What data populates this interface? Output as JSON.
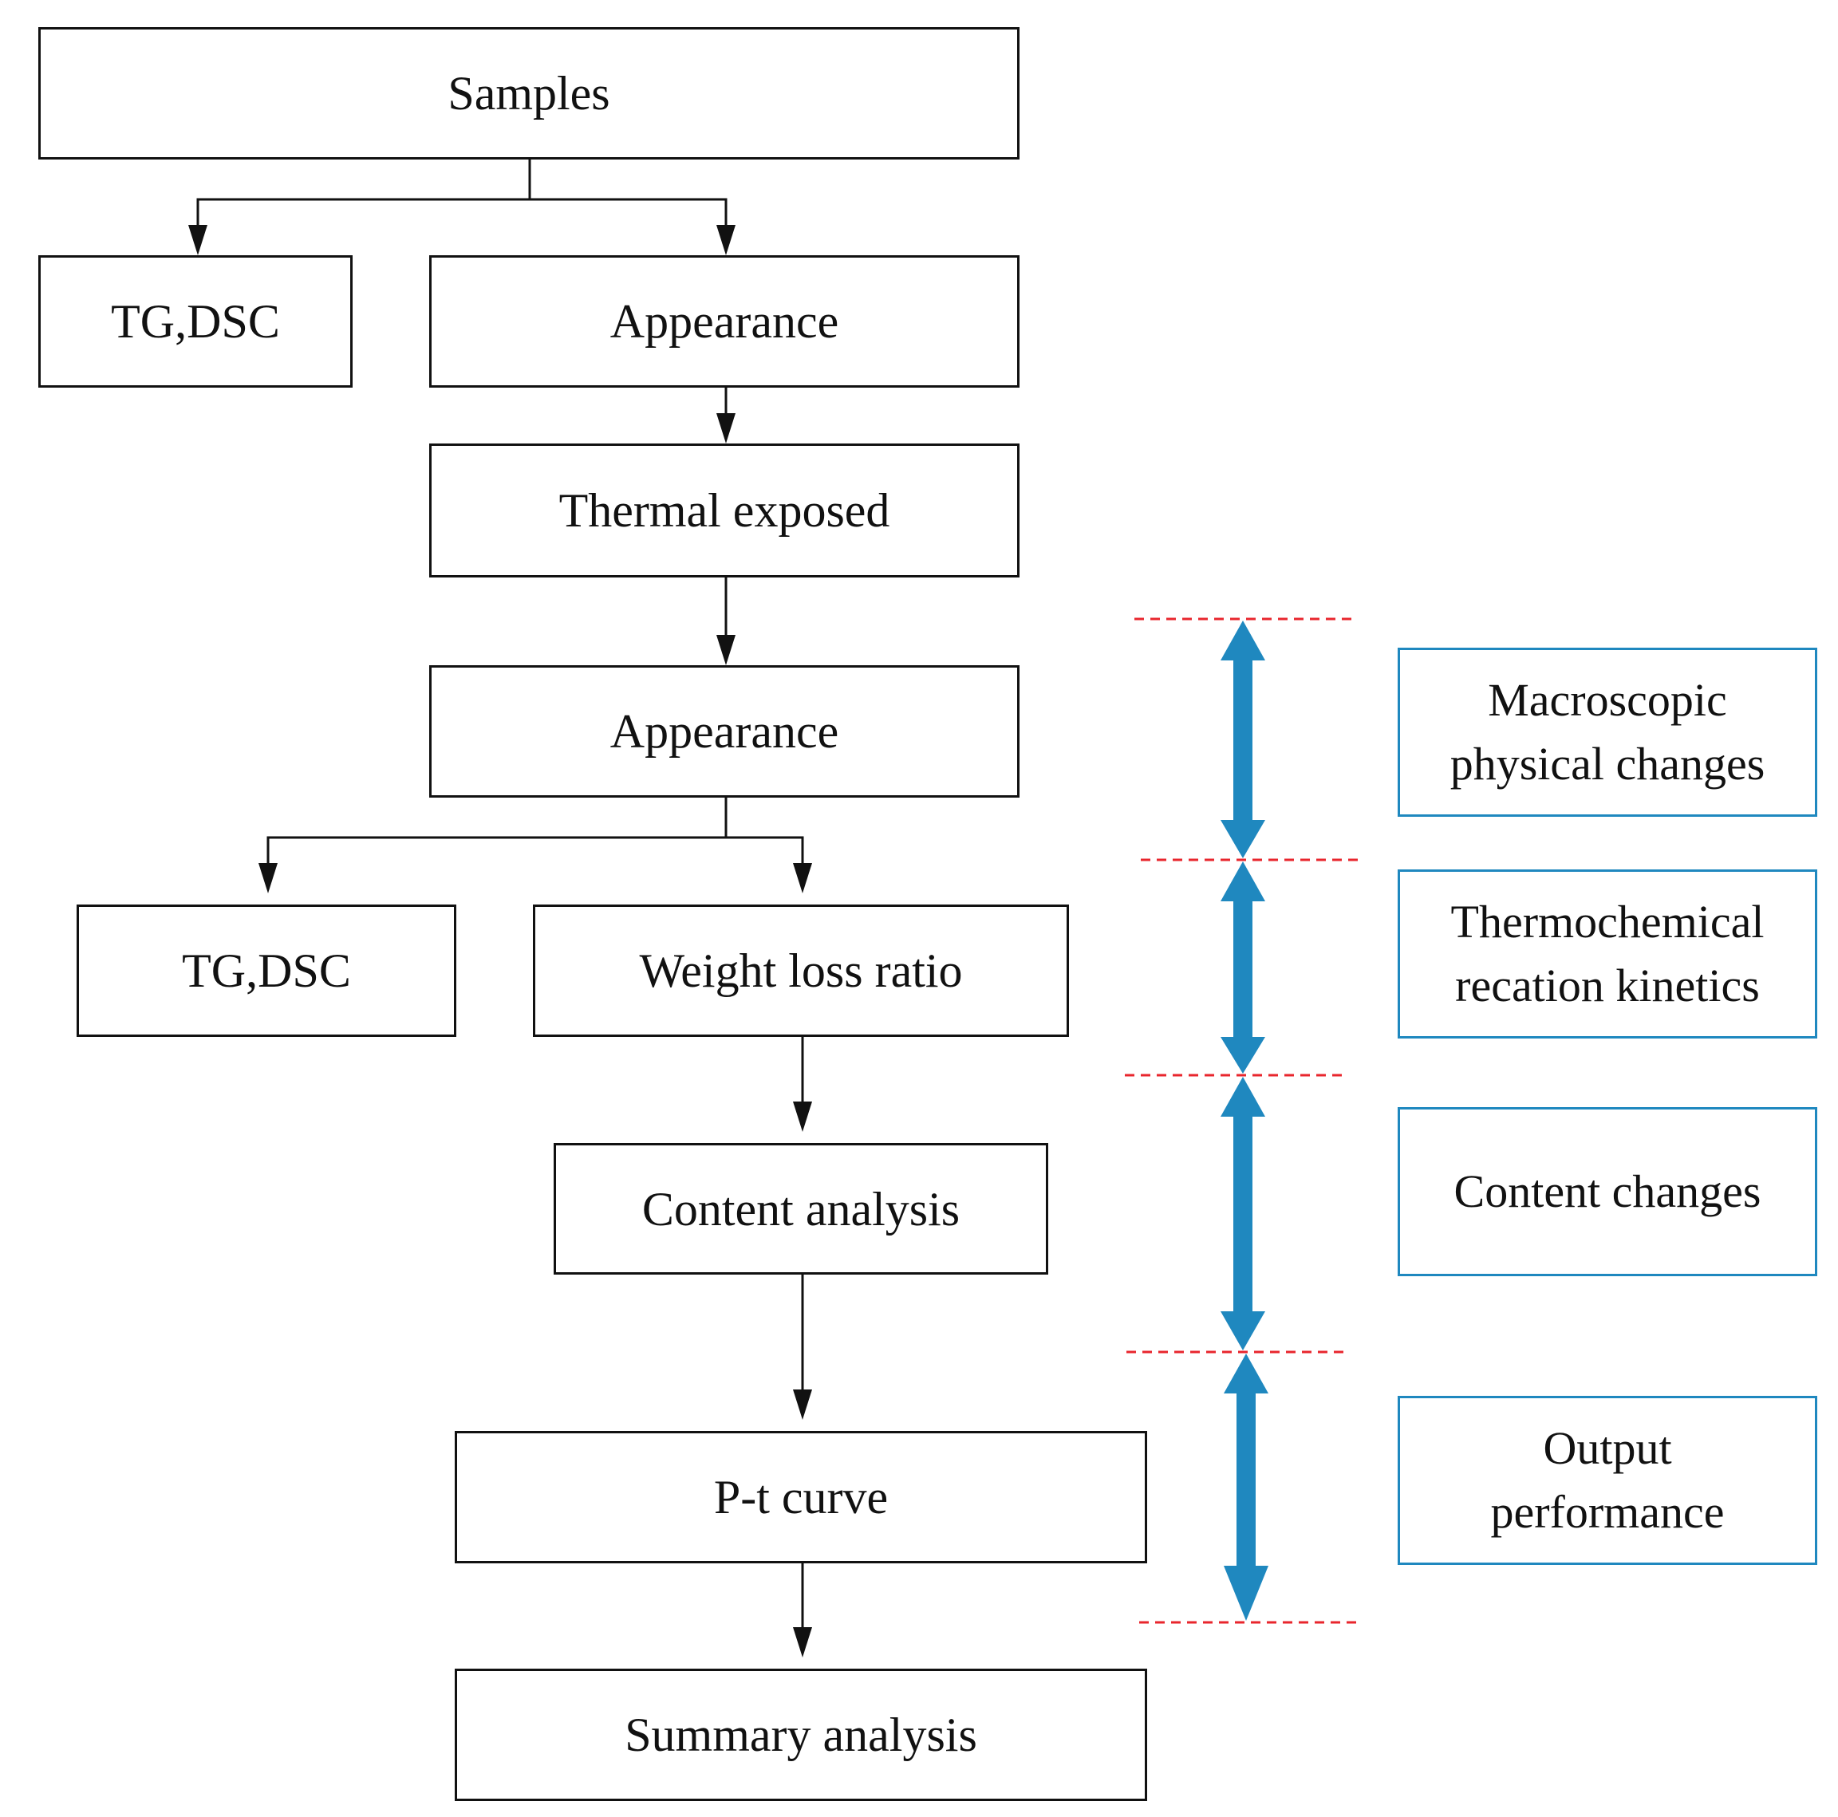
{
  "flow": {
    "samples": "Samples",
    "tg_dsc_1": "TG,DSC",
    "appearance_1": "Appearance",
    "thermal_exposed": "Thermal exposed",
    "appearance_2": "Appearance",
    "tg_dsc_2": "TG,DSC",
    "weight_loss_ratio": "Weight loss ratio",
    "content_analysis": "Content analysis",
    "pt_curve": "P-t curve",
    "summary_analysis": "Summary analysis"
  },
  "stages": {
    "macroscopic": "Macroscopic\nphysical changes",
    "thermochemical": "Thermochemical\nrecation kinetics",
    "content_changes": "Content changes",
    "output_performance": "Output\nperformance"
  },
  "colors": {
    "stage_accent": "#1f88bf",
    "divider": "#e8262d",
    "line": "#111111"
  }
}
